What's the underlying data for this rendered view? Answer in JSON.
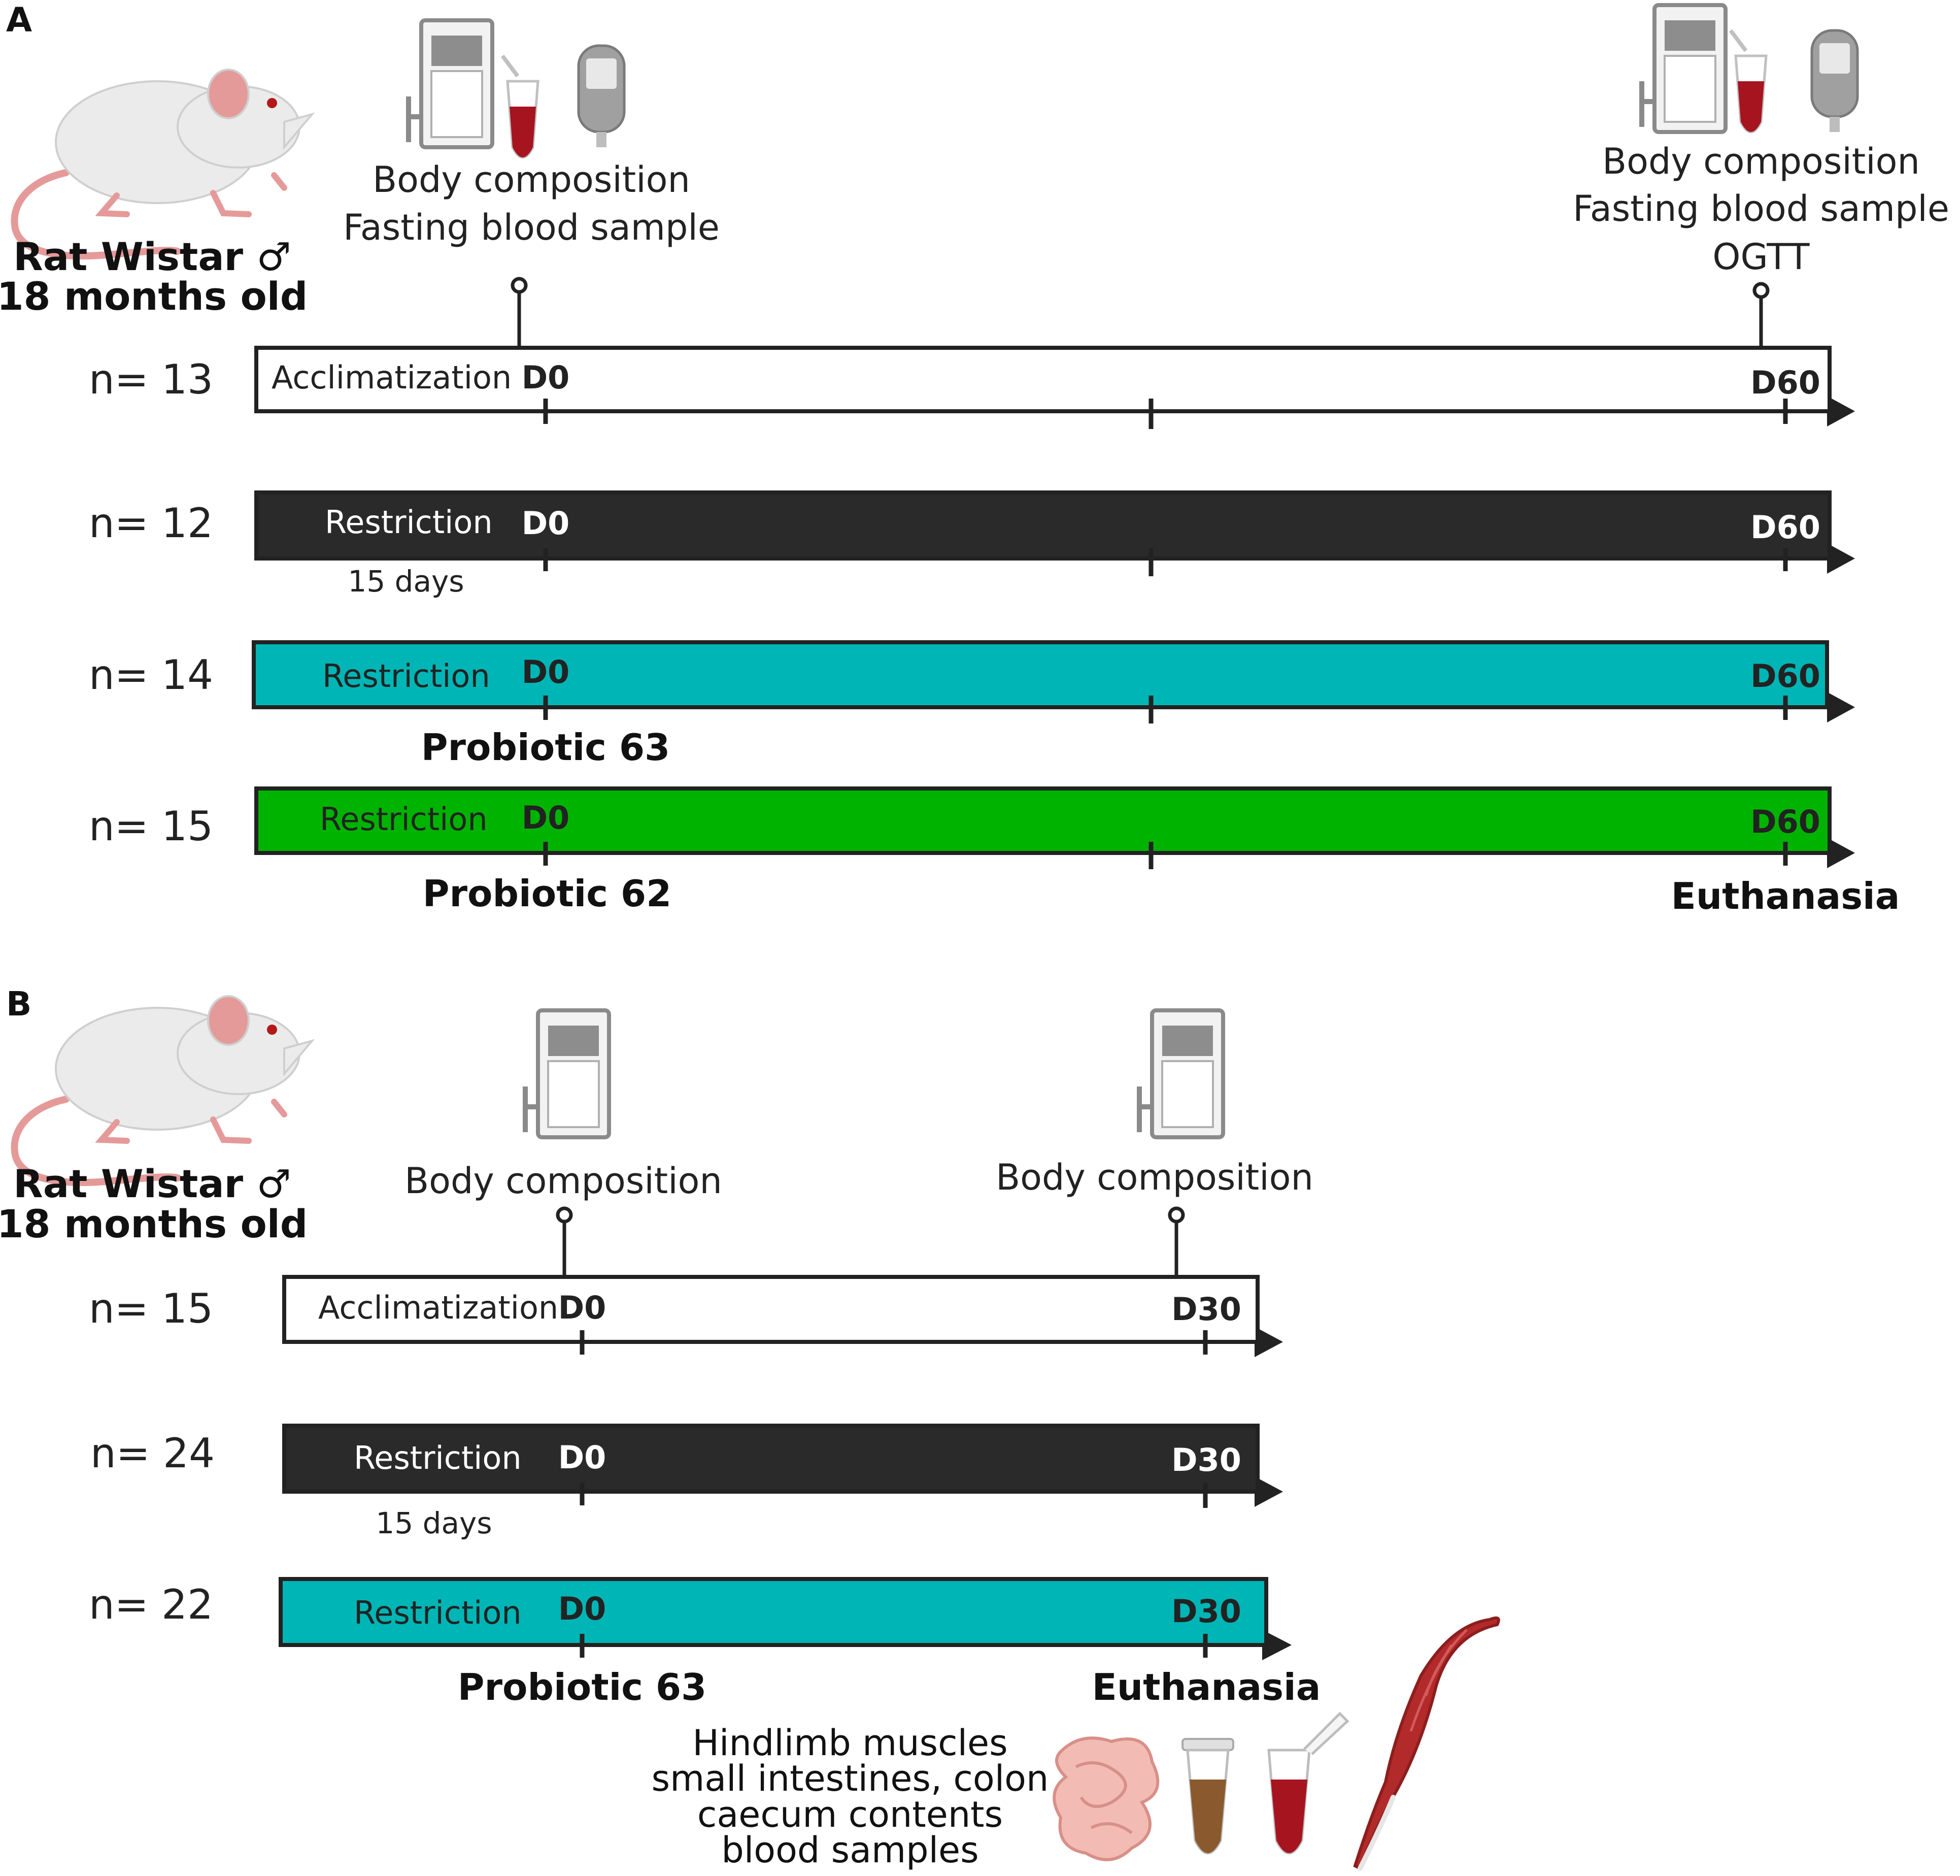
{
  "colors": {
    "white_bar": "#ffffff",
    "restriction_bar": "#2a2a2a",
    "probiotic63_bar": "#00b5b5",
    "probiotic62_bar": "#00b300",
    "outline": "#222222",
    "blood": "#a6141f",
    "rat_body": "#ebebeb",
    "rat_pink": "#e59a9a"
  },
  "panelA": {
    "label": "A",
    "rat_caption_line1": "Rat Wistar ♂",
    "rat_caption_line2": "18 months old",
    "start_event_line1": "Body composition",
    "start_event_line2": "Fasting blood sample",
    "end_event_line1": "Body composition",
    "end_event_line2": "Fasting blood sample",
    "end_event_line3": "OGTT",
    "rows": [
      {
        "n": "n= 13",
        "phase": "Acclimatization",
        "start": "D0",
        "end": "D60",
        "note": ""
      },
      {
        "n": "n= 12",
        "phase": "Restriction",
        "start": "D0",
        "end": "D60",
        "note": "15 days"
      },
      {
        "n": "n= 14",
        "phase": "Restriction",
        "start": "D0",
        "end": "D60",
        "note": "Probiotic 63"
      },
      {
        "n": "n= 15",
        "phase": "Restriction",
        "start": "D0",
        "end": "D60",
        "note": "Probiotic 62"
      }
    ],
    "end_note": "Euthanasia"
  },
  "panelB": {
    "label": "B",
    "rat_caption_line1": "Rat Wistar ♂",
    "rat_caption_line2": "18 months old",
    "start_event": "Body composition",
    "end_event": "Body composition",
    "rows": [
      {
        "n": "n= 15",
        "phase": "Acclimatization",
        "start": "D0",
        "end": "D30",
        "note": ""
      },
      {
        "n": "n= 24",
        "phase": "Restriction",
        "start": "D0",
        "end": "D30",
        "note": "15 days"
      },
      {
        "n": "n= 22",
        "phase": "Restriction",
        "start": "D0",
        "end": "D30",
        "note": "Probiotic 63"
      }
    ],
    "end_note": "Euthanasia",
    "samples": [
      "Hindlimb muscles",
      "small intestines, colon",
      "caecum contents",
      "blood samples"
    ]
  }
}
